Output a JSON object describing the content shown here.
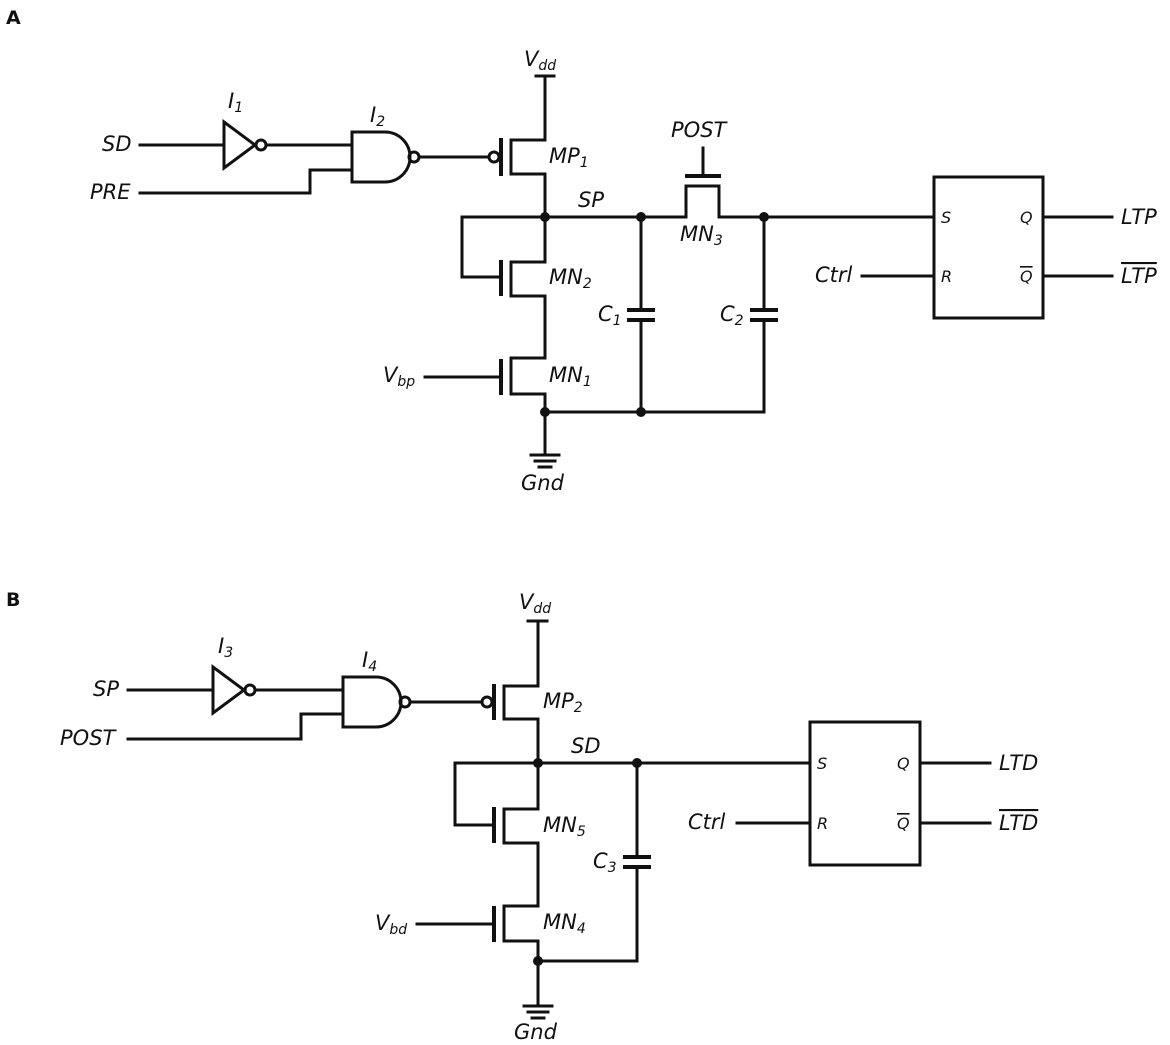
{
  "panels": {
    "a": {
      "tag": "A",
      "vdd": {
        "main": "V",
        "sub": "dd"
      },
      "gnd": "Gnd",
      "i1": {
        "main": "I",
        "sub": "1"
      },
      "i2": {
        "main": "I",
        "sub": "2"
      },
      "in1": "SD",
      "in2": "PRE",
      "mp": {
        "main": "MP",
        "sub": "1"
      },
      "mn_diode": {
        "main": "MN",
        "sub": "2"
      },
      "mn_bias": {
        "main": "MN",
        "sub": "1"
      },
      "bias": {
        "main": "V",
        "sub": "bp"
      },
      "node": "SP",
      "post": "POST",
      "mn_pass": {
        "main": "MN",
        "sub": "3"
      },
      "c1": {
        "main": "C",
        "sub": "1"
      },
      "c2": {
        "main": "C",
        "sub": "2"
      },
      "ff": {
        "s": "S",
        "r": "R",
        "q": "Q",
        "qbar": "Q"
      },
      "ctrl": "Ctrl",
      "out": "LTP",
      "out_bar": "LTP"
    },
    "b": {
      "tag": "B",
      "vdd": {
        "main": "V",
        "sub": "dd"
      },
      "gnd": "Gnd",
      "i3": {
        "main": "I",
        "sub": "3"
      },
      "i4": {
        "main": "I",
        "sub": "4"
      },
      "in1": "SP",
      "in2": "POST",
      "mp": {
        "main": "MP",
        "sub": "2"
      },
      "mn_diode": {
        "main": "MN",
        "sub": "5"
      },
      "mn_bias": {
        "main": "MN",
        "sub": "4"
      },
      "bias": {
        "main": "V",
        "sub": "bd"
      },
      "node": "SD",
      "c3": {
        "main": "C",
        "sub": "3"
      },
      "ff": {
        "s": "S",
        "r": "R",
        "q": "Q",
        "qbar": "Q"
      },
      "ctrl": "Ctrl",
      "out": "LTD",
      "out_bar": "LTD"
    }
  }
}
